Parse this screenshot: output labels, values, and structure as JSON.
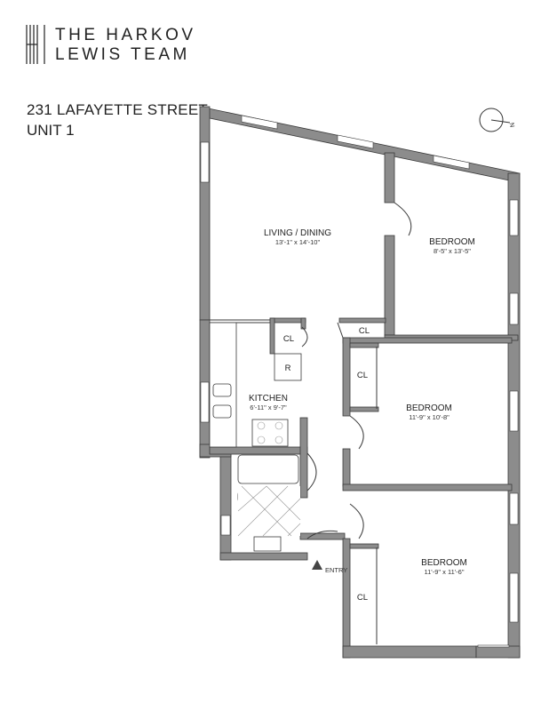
{
  "brand": {
    "line1": "THE HARKOV",
    "line2": "LEWIS TEAM"
  },
  "listing": {
    "address": "231 LAFAYETTE  STREET",
    "unit": "UNIT 1"
  },
  "compass": {
    "label": "N"
  },
  "rooms": {
    "living": {
      "name": "LIVING / DINING",
      "dims": "13'-1\" x 14'-10\""
    },
    "bedroom_ne": {
      "name": "BEDROOM",
      "dims": "8'-5\" x 13'-5\""
    },
    "kitchen": {
      "name": "KITCHEN",
      "dims": "6'-11\" x 9'-7\""
    },
    "bedroom_mid": {
      "name": "BEDROOM",
      "dims": "11'-9\" x 10'-8\""
    },
    "bedroom_s": {
      "name": "BEDROOM",
      "dims": "11'-9\" x 11'-6\""
    }
  },
  "labels": {
    "closet": "CL",
    "fridge": "R",
    "entry": "ENTRY"
  },
  "colors": {
    "wall": "#8c8c8c",
    "wall_stroke": "#3a3a3a",
    "text": "#222222"
  }
}
